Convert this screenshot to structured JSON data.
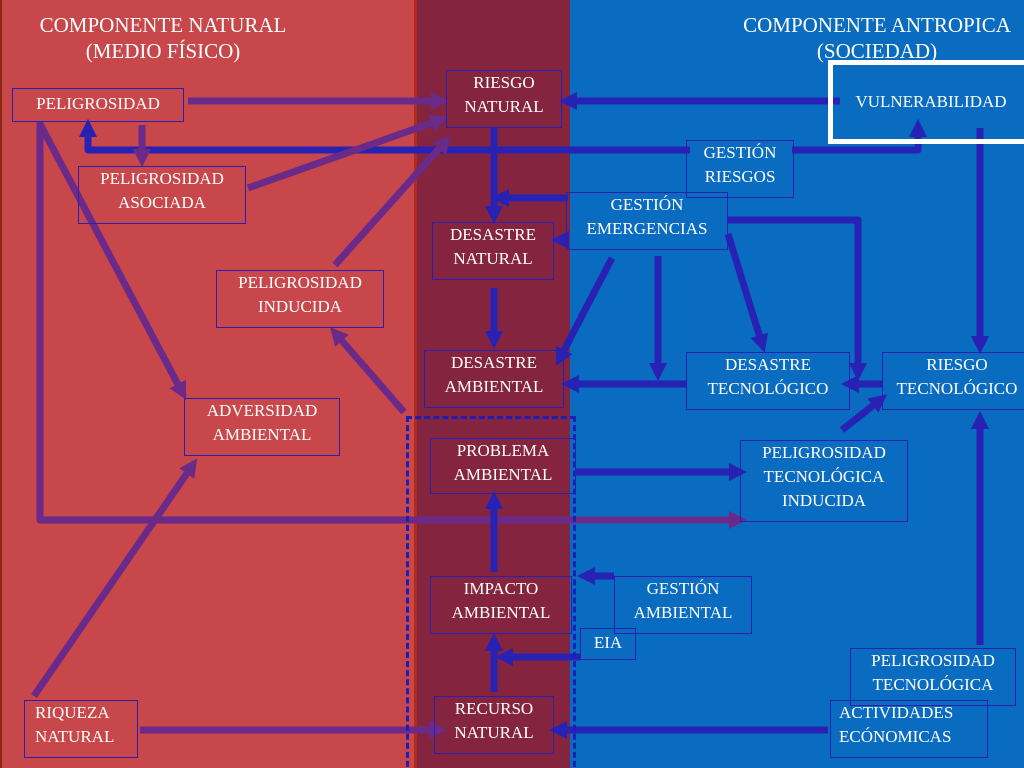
{
  "headings": {
    "left": [
      "COMPONENTE NATURAL",
      "(MEDIO FÍSICO)"
    ],
    "right": [
      "COMPONENTE ANTROPICA",
      "(SOCIEDAD)"
    ]
  },
  "nodes": {
    "peligrosidad": [
      "PELIGROSIDAD"
    ],
    "riesgo_natural": [
      "RIESGO",
      "NATURAL"
    ],
    "vulnerabilidad": [
      "VULNERABILIDAD"
    ],
    "peligrosidad_asociada": [
      "PELIGROSIDAD",
      "ASOCIADA"
    ],
    "gestion_riesgos": [
      "GESTIÓN",
      "RIESGOS"
    ],
    "gestion_emergencias": [
      "GESTIÓN",
      "EMERGENCIAS"
    ],
    "desastre_natural": [
      "DESASTRE",
      "NATURAL"
    ],
    "peligrosidad_inducida": [
      "PELIGROSIDAD",
      "INDUCIDA"
    ],
    "desastre_ambiental": [
      "DESASTRE",
      "AMBIENTAL"
    ],
    "desastre_tecnologico": [
      "DESASTRE",
      "TECNOLÓGICO"
    ],
    "riesgo_tecnologico": [
      "RIESGO",
      "TECNOLÓGICO"
    ],
    "adversidad_ambiental": [
      "ADVERSIDAD",
      "AMBIENTAL"
    ],
    "problema_ambiental": [
      "PROBLEMA",
      "AMBIENTAL"
    ],
    "peligrosidad_tecnologica_inducida": [
      "PELIGROSIDAD",
      "TECNOLÓGICA",
      "INDUCIDA"
    ],
    "impacto_ambiental": [
      "IMPACTO",
      "AMBIENTAL"
    ],
    "gestion_ambiental": [
      "GESTIÓN",
      "AMBIENTAL"
    ],
    "eia": [
      "EIA"
    ],
    "peligrosidad_tecnologica": [
      "PELIGROSIDAD",
      "TECNOLÓGICA"
    ],
    "riqueza_natural": [
      "RIQUEZA",
      "NATURAL"
    ],
    "recurso_natural": [
      "RECURSO",
      "NATURAL"
    ],
    "actividades_economicas": [
      "ACTIVIDADES",
      "ECÓNOMICAS"
    ]
  },
  "colors": {
    "panel_natural": "#c8474a",
    "panel_middle": "#84243f",
    "panel_society": "#0a6cc0",
    "arrow_blue": "#2822b4",
    "arrow_purple": "#6a2a8a",
    "text": "#ffffff"
  }
}
